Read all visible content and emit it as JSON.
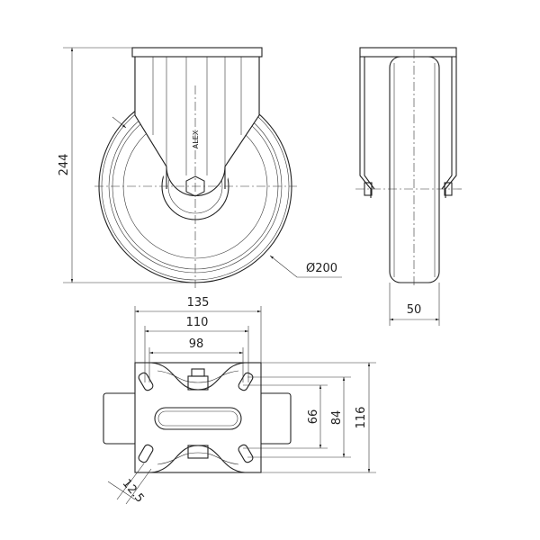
{
  "dimensions": {
    "height": "244",
    "wheel_diameter": "Ø200",
    "wheel_width": "50",
    "plate_length": "135",
    "hole_spacing_outer": "110",
    "hole_spacing_inner": "98",
    "plate_width": "116",
    "hole_spacing_width_outer": "84",
    "hole_spacing_width_inner": "66",
    "hole_size": "12.5"
  },
  "logo_text": "ALEX"
}
